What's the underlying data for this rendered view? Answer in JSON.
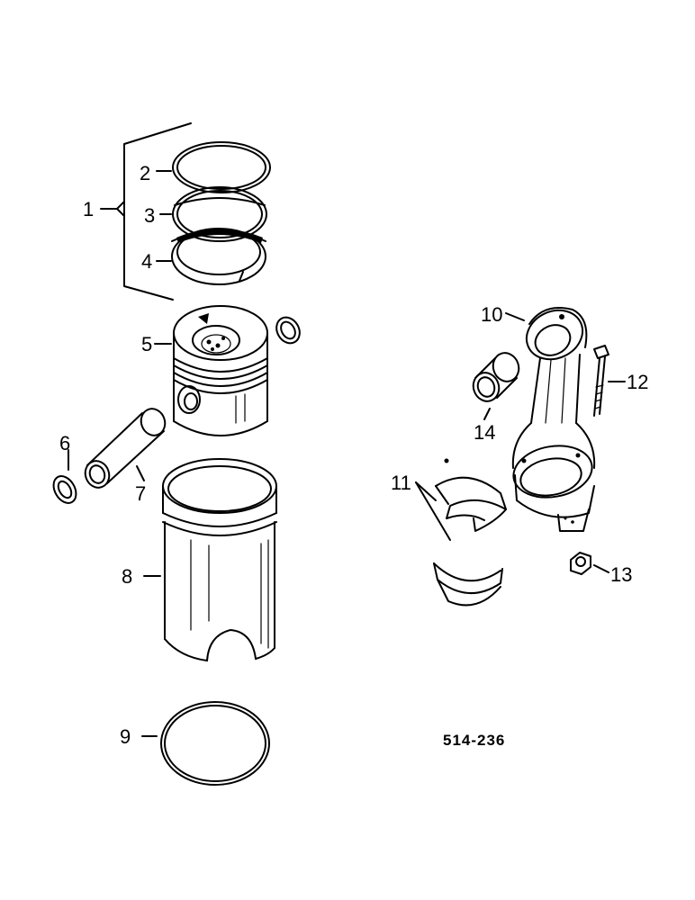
{
  "diagram": {
    "reference_number": "514-236",
    "callouts": [
      {
        "id": "1",
        "label": "1"
      },
      {
        "id": "2",
        "label": "2"
      },
      {
        "id": "3",
        "label": "3"
      },
      {
        "id": "4",
        "label": "4"
      },
      {
        "id": "5",
        "label": "5"
      },
      {
        "id": "6",
        "label": "6"
      },
      {
        "id": "7",
        "label": "7"
      },
      {
        "id": "8",
        "label": "8"
      },
      {
        "id": "9",
        "label": "9"
      },
      {
        "id": "10",
        "label": "10"
      },
      {
        "id": "11",
        "label": "11"
      },
      {
        "id": "12",
        "label": "12"
      },
      {
        "id": "13",
        "label": "13"
      },
      {
        "id": "14",
        "label": "14"
      }
    ]
  }
}
